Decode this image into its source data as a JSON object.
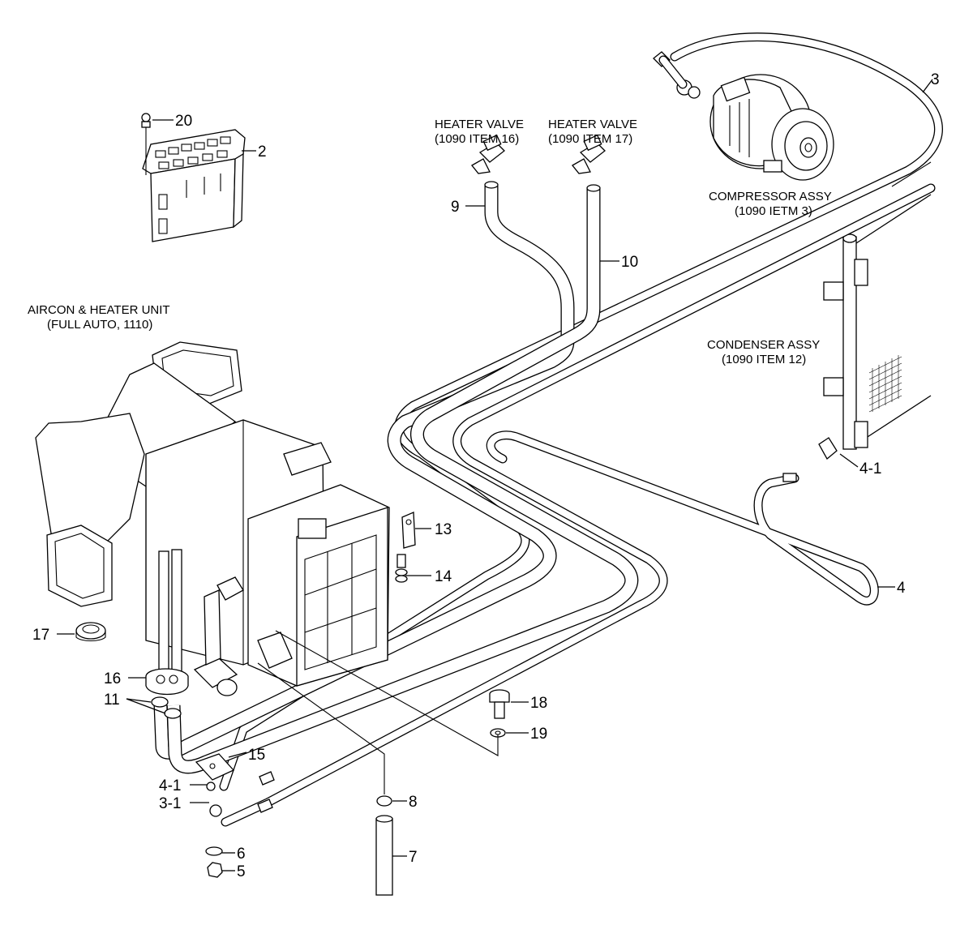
{
  "callouts": {
    "c20": "20",
    "c2": "2",
    "c3": "3",
    "c9": "9",
    "c10": "10",
    "c4_1_top": "4-1",
    "c13": "13",
    "c14": "14",
    "c4": "4",
    "c17": "17",
    "c16": "16",
    "c11": "11",
    "c18": "18",
    "c19": "19",
    "c15": "15",
    "c4_1_bottom": "4-1",
    "c3_1": "3-1",
    "c8": "8",
    "c6": "6",
    "c5": "5",
    "c7": "7"
  },
  "captions": {
    "heater_valve_1": {
      "line1": "HEATER VALVE",
      "line2": "(1090 ITEM 16)"
    },
    "heater_valve_2": {
      "line1": "HEATER VALVE",
      "line2": "(1090 ITEM 17)"
    },
    "compressor": {
      "line1": "COMPRESSOR ASSY",
      "line2": "(1090 IETM 3)"
    },
    "aircon_unit": {
      "line1": "AIRCON & HEATER UNIT",
      "line2": "(FULL AUTO, 1110)"
    },
    "condenser": {
      "line1": "CONDENSER ASSY",
      "line2": "(1090 ITEM 12)"
    }
  }
}
